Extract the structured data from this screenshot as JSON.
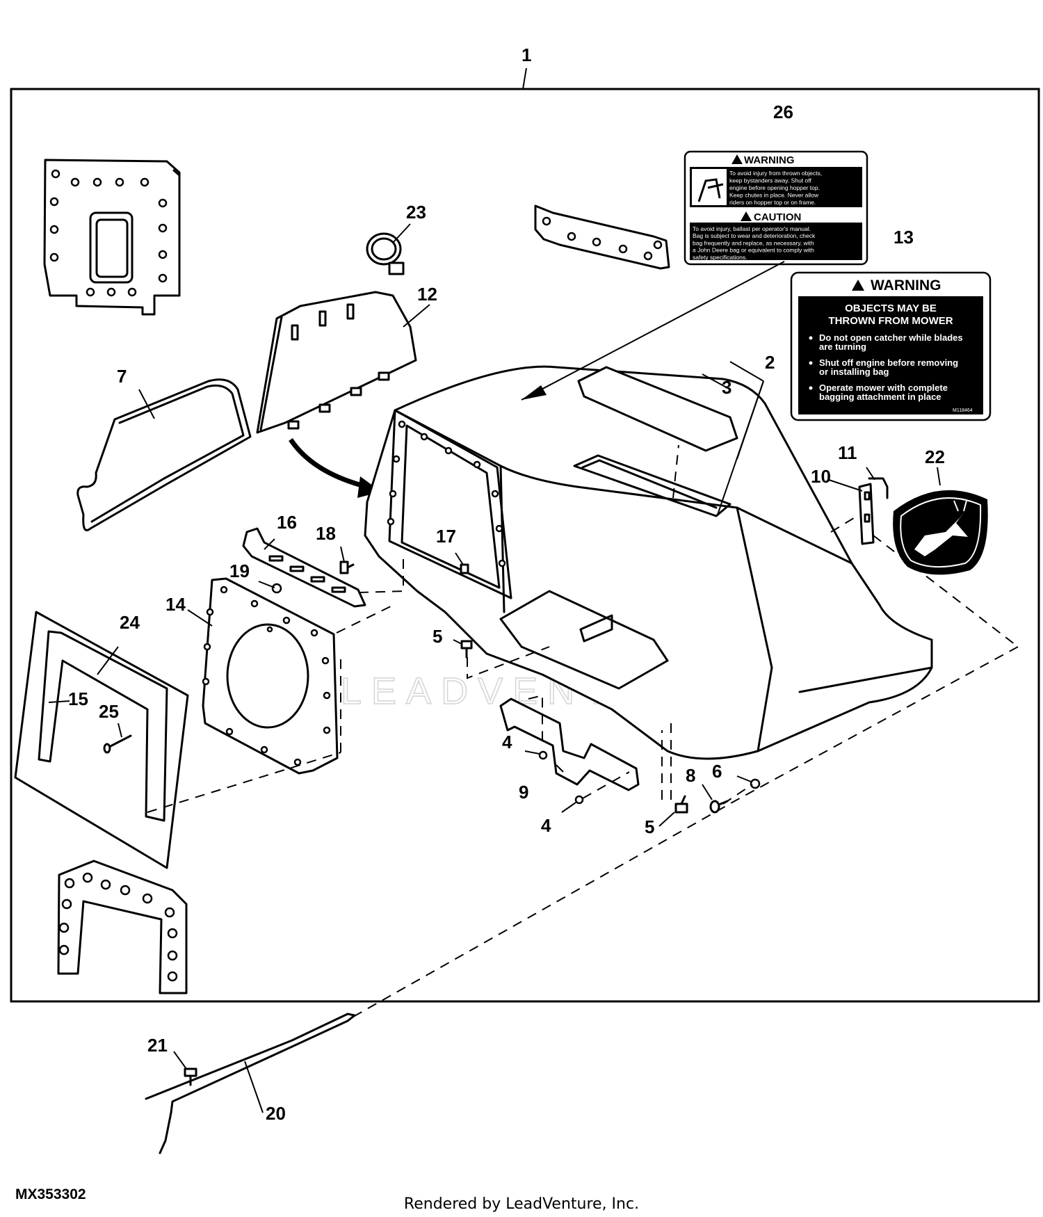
{
  "figure_id": "MX353302",
  "footer": "Rendered by LeadVenture, Inc.",
  "watermark": "LEADVENTURE",
  "callouts": [
    {
      "id": "c1",
      "label": "1"
    },
    {
      "id": "c2",
      "label": "2"
    },
    {
      "id": "c3",
      "label": "3"
    },
    {
      "id": "c4a",
      "label": "4"
    },
    {
      "id": "c4b",
      "label": "4"
    },
    {
      "id": "c5a",
      "label": "5"
    },
    {
      "id": "c5b",
      "label": "5"
    },
    {
      "id": "c6",
      "label": "6"
    },
    {
      "id": "c7",
      "label": "7"
    },
    {
      "id": "c8",
      "label": "8"
    },
    {
      "id": "c9",
      "label": "9"
    },
    {
      "id": "c10",
      "label": "10"
    },
    {
      "id": "c11",
      "label": "11"
    },
    {
      "id": "c12",
      "label": "12"
    },
    {
      "id": "c13",
      "label": "13"
    },
    {
      "id": "c14",
      "label": "14"
    },
    {
      "id": "c15",
      "label": "15"
    },
    {
      "id": "c16",
      "label": "16"
    },
    {
      "id": "c17",
      "label": "17"
    },
    {
      "id": "c18",
      "label": "18"
    },
    {
      "id": "c19",
      "label": "19"
    },
    {
      "id": "c20",
      "label": "20"
    },
    {
      "id": "c21",
      "label": "21"
    },
    {
      "id": "c22",
      "label": "22"
    },
    {
      "id": "c23",
      "label": "23"
    },
    {
      "id": "c24",
      "label": "24"
    },
    {
      "id": "c25",
      "label": "25"
    },
    {
      "id": "c26",
      "label": "26"
    }
  ],
  "label_26": {
    "warning_heading": "WARNING",
    "warning_lines": [
      "To avoid injury from thrown objects,",
      "keep bystanders away. Shut off",
      "engine before opening hopper top.",
      "Keep chutes in place. Never allow",
      "riders on hopper top or on frame."
    ],
    "caution_heading": "CAUTION",
    "caution_lines": [
      "To avoid injury, ballast per operator's manual.",
      "Bag is subject to wear and deterioration, check",
      "bag frequently and replace, as necessary, with",
      "a John Deere bag or equivalent to comply with",
      "safety specifications."
    ]
  },
  "label_13": {
    "heading": "WARNING",
    "title_lines": [
      "OBJECTS MAY BE",
      "THROWN FROM MOWER"
    ],
    "bullets": [
      [
        "Do not open catcher while blades",
        "are turning"
      ],
      [
        "Shut off engine before removing",
        "or installing bag"
      ],
      [
        "Operate mower with complete",
        "bagging attachment in place"
      ]
    ],
    "code": "M118464"
  }
}
